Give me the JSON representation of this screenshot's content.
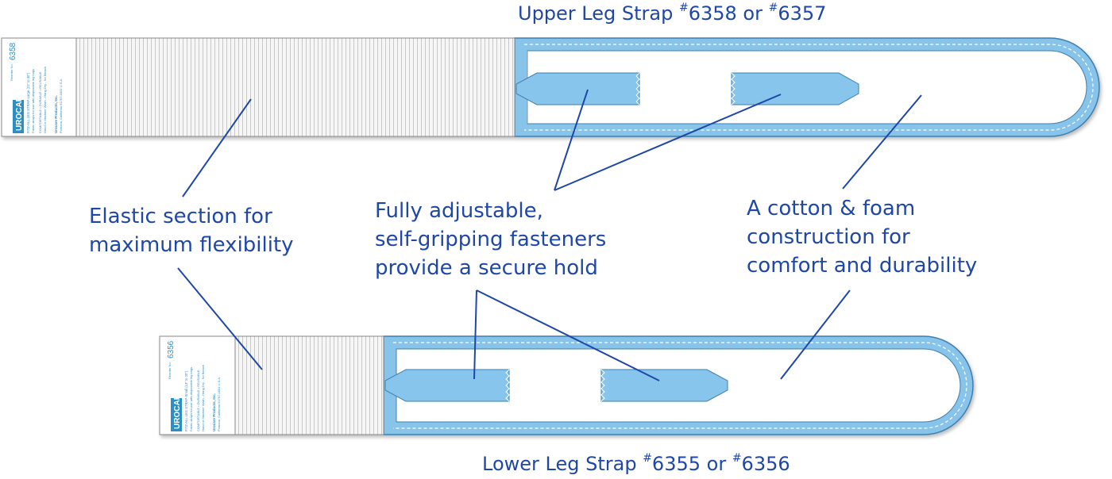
{
  "upper_strap": {
    "title_prefix": "Upper Leg Strap ",
    "num1": "6358",
    "joiner": " or ",
    "num2": "6357",
    "hash": "#",
    "label": {
      "brand": "UROCARE",
      "line1": "FITZ-ALL LEG STRAP-Large (21\" to 30\")",
      "line2": "Fabric straps for use with disposable leg bags",
      "line3": "COMFORTABLE • DURABLE • REUSABLE",
      "line4": "Hand or Machine Wash - Hang Dry - No Bleach",
      "company": "Urocare Products, Inc.",
      "address": "Pomona, California 91767-1831  U.S.A.",
      "reorder": "Reorder No.",
      "code": "6358"
    }
  },
  "lower_strap": {
    "title_prefix": "Lower Leg Strap ",
    "num1": "6355",
    "joiner": " or ",
    "num2": "6356",
    "hash": "#",
    "label": {
      "brand": "UROCARE",
      "line1": "FITZ-ALL LEG STRAP-Small (13\" to 20\")",
      "line2": "Fabric straps for use with disposable leg bags",
      "line3": "COMFORTABLE • DURABLE • REUSABLE",
      "line4": "Hand or Machine Wash - Hang Dry - No Bleach",
      "company": "Urocare Products, Inc.",
      "address": "Pomona, California 91767-1831  U.S.A.",
      "reorder": "Reorder No.",
      "code": "6356"
    }
  },
  "callouts": {
    "elastic": [
      "Elastic section for",
      "maximum flexibility"
    ],
    "fasteners": [
      "Fully adjustable,",
      "self-gripping fasteners",
      "provide a secure hold"
    ],
    "cotton": [
      "A cotton & foam",
      "construction for",
      "comfort and durability"
    ]
  },
  "colors": {
    "text": "#1f47a8",
    "leader": "#1f47a8",
    "strap_blue": "#88c4ea",
    "strap_outline": "#3d7fb0",
    "elastic_fill": "#f4f4f4",
    "fastener_blue": "#87c5ec",
    "label_blue": "#2b8fc4"
  }
}
